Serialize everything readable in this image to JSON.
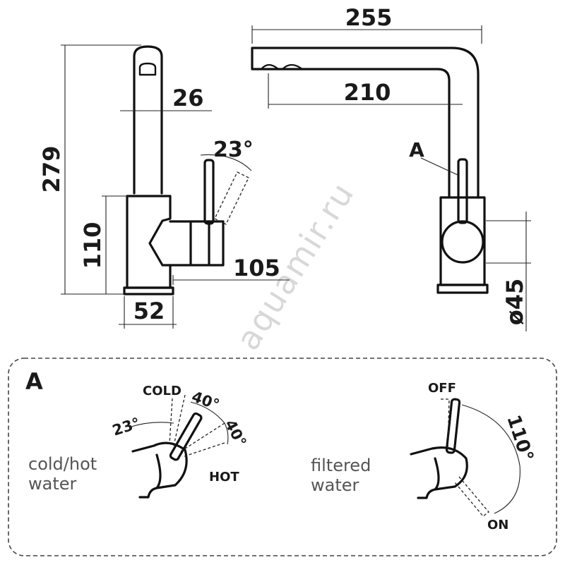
{
  "dimensions": {
    "total_width": "255",
    "spout_reach": "210",
    "height": "279",
    "spout_diameter": "26",
    "body_height": "110",
    "handle_offset": "105",
    "base_width": "52",
    "base_diameter": "ø45",
    "lever_tilt": "23°"
  },
  "callout": {
    "marker": "A",
    "title": "A"
  },
  "mixer_detail": {
    "caption_line1": "cold/hot",
    "caption_line2": "water",
    "cold_label": "COLD",
    "hot_label": "HOT",
    "angle_tilt": "23°",
    "angle_cold": "40°",
    "angle_hot": "40°"
  },
  "filter_detail": {
    "caption_line1": "filtered",
    "caption_line2": "water",
    "off_label": "OFF",
    "on_label": "ON",
    "angle_range": "110°"
  },
  "watermark": "aquamir.ru",
  "colors": {
    "line": "#111111",
    "text": "#1a1a1a",
    "caption": "#555555",
    "watermark": "#d8d8d8"
  }
}
